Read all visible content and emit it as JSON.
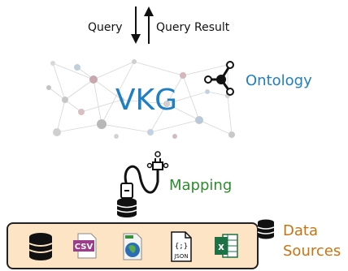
{
  "arrows": {
    "query_label": "Query",
    "query_result_label": "Query Result"
  },
  "vkg": {
    "title": "VKG",
    "ontology_label": "Ontology"
  },
  "mapping": {
    "label": "Mapping"
  },
  "data_sources": {
    "label_line1": "Data",
    "label_line2": "Sources",
    "icons": [
      "database-icon",
      "csv-file-icon",
      "geo-file-icon",
      "json-file-icon",
      "excel-file-icon"
    ],
    "icon_texts": {
      "csv": "CSV",
      "json": "JSON",
      "json_braces": "{;}",
      "excel": "x"
    }
  },
  "colors": {
    "vkg_blue": "#1f7fc3",
    "mapping_green": "#2e8b2e",
    "sources_orange": "#c8730f",
    "sources_fill": "#fde4c4"
  }
}
